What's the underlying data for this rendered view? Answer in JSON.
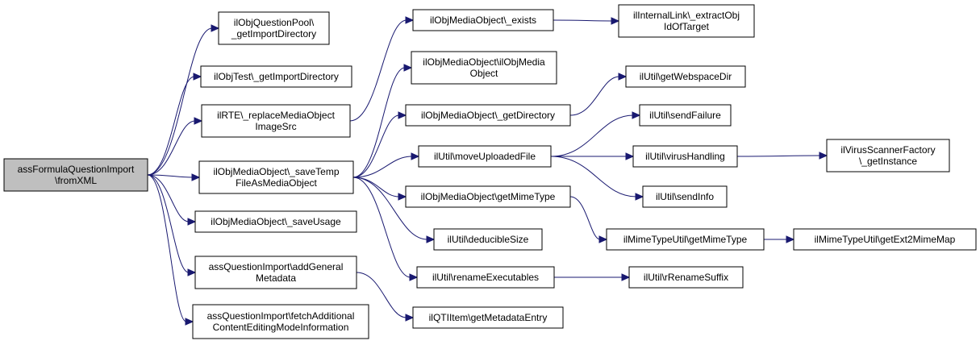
{
  "colors": {
    "node_fill": "#ffffff",
    "root_fill": "#bfbfbf",
    "border": "#000000",
    "edge": "#191970"
  },
  "nodes": [
    {
      "id": "root",
      "lines": [
        "assFormulaQuestionImport",
        "\\fromXML"
      ],
      "root": true
    },
    {
      "id": "qpool",
      "lines": [
        "ilObjQuestionPool\\",
        "_getImportDirectory"
      ]
    },
    {
      "id": "objtest",
      "lines": [
        "ilObjTest\\_getImportDirectory"
      ]
    },
    {
      "id": "rte",
      "lines": [
        "ilRTE\\_replaceMediaObject",
        "ImageSrc"
      ]
    },
    {
      "id": "savetemp",
      "lines": [
        "ilObjMediaObject\\_saveTemp",
        "FileAsMediaObject"
      ]
    },
    {
      "id": "saveusage",
      "lines": [
        "ilObjMediaObject\\_saveUsage"
      ]
    },
    {
      "id": "addgen",
      "lines": [
        "assQuestionImport\\addGeneral",
        "Metadata"
      ]
    },
    {
      "id": "fetch",
      "lines": [
        "assQuestionImport\\fetchAdditional",
        "ContentEditingModeInformation"
      ]
    },
    {
      "id": "exists",
      "lines": [
        "ilObjMediaObject\\_exists"
      ]
    },
    {
      "id": "mmctor",
      "lines": [
        "ilObjMediaObject\\ilObjMedia",
        "Object"
      ]
    },
    {
      "id": "getdir",
      "lines": [
        "ilObjMediaObject\\_getDirectory"
      ]
    },
    {
      "id": "moveup",
      "lines": [
        "ilUtil\\moveUploadedFile"
      ]
    },
    {
      "id": "mmmime",
      "lines": [
        "ilObjMediaObject\\getMimeType"
      ]
    },
    {
      "id": "deduc",
      "lines": [
        "ilUtil\\deducibleSize"
      ]
    },
    {
      "id": "renexe",
      "lines": [
        "ilUtil\\renameExecutables"
      ]
    },
    {
      "id": "qtimeta",
      "lines": [
        "ilQTIItem\\getMetadataEntry"
      ]
    },
    {
      "id": "intlink",
      "lines": [
        "ilInternalLink\\_extractObj",
        "IdOfTarget"
      ]
    },
    {
      "id": "webdir",
      "lines": [
        "ilUtil\\getWebspaceDir"
      ]
    },
    {
      "id": "sendfail",
      "lines": [
        "ilUtil\\sendFailure"
      ]
    },
    {
      "id": "virus",
      "lines": [
        "ilUtil\\virusHandling"
      ]
    },
    {
      "id": "sendinfo",
      "lines": [
        "ilUtil\\sendInfo"
      ]
    },
    {
      "id": "mimeutil",
      "lines": [
        "ilMimeTypeUtil\\getMimeType"
      ]
    },
    {
      "id": "rrename",
      "lines": [
        "ilUtil\\rRenameSuffix"
      ]
    },
    {
      "id": "vsfactory",
      "lines": [
        "ilVirusScannerFactory",
        "\\_getInstance"
      ]
    },
    {
      "id": "ext2mime",
      "lines": [
        "ilMimeTypeUtil\\getExt2MimeMap"
      ]
    }
  ],
  "edges": [
    [
      "root",
      "qpool"
    ],
    [
      "root",
      "objtest"
    ],
    [
      "root",
      "rte"
    ],
    [
      "root",
      "savetemp"
    ],
    [
      "root",
      "saveusage"
    ],
    [
      "root",
      "addgen"
    ],
    [
      "root",
      "fetch"
    ],
    [
      "rte",
      "exists"
    ],
    [
      "savetemp",
      "mmctor"
    ],
    [
      "savetemp",
      "getdir"
    ],
    [
      "savetemp",
      "moveup"
    ],
    [
      "savetemp",
      "mmmime"
    ],
    [
      "savetemp",
      "deduc"
    ],
    [
      "savetemp",
      "renexe"
    ],
    [
      "addgen",
      "qtimeta"
    ],
    [
      "exists",
      "intlink"
    ],
    [
      "getdir",
      "webdir"
    ],
    [
      "moveup",
      "sendfail"
    ],
    [
      "moveup",
      "virus"
    ],
    [
      "moveup",
      "sendinfo"
    ],
    [
      "mmmime",
      "mimeutil"
    ],
    [
      "renexe",
      "rrename"
    ],
    [
      "virus",
      "vsfactory"
    ],
    [
      "mimeutil",
      "ext2mime"
    ]
  ]
}
